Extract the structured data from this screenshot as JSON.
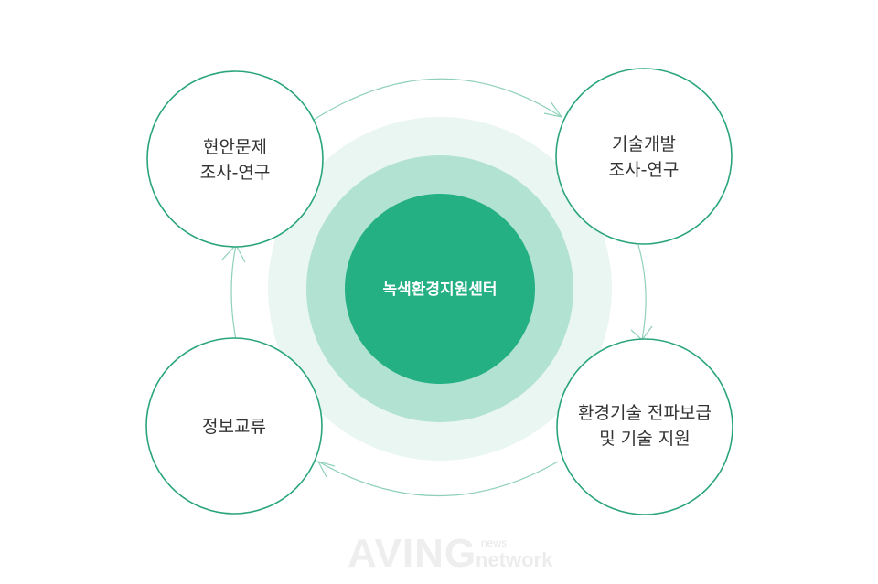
{
  "center": {
    "label": "녹색환경지원센터",
    "colors": {
      "outer_halo": "#eaf6f1",
      "middle_ring": "#b2e2d1",
      "core": "#24b083"
    }
  },
  "nodes": [
    {
      "id": "top-left",
      "lines": [
        "현안문제",
        "조사-연구"
      ]
    },
    {
      "id": "top-right",
      "lines": [
        "기술개발",
        "조사-연구"
      ]
    },
    {
      "id": "bottom-right",
      "lines": [
        "환경기술 전파보급",
        "및 기술 지원"
      ]
    },
    {
      "id": "bottom-left",
      "lines": [
        "정보교류"
      ]
    }
  ],
  "style": {
    "node_stroke": "#2aa57a",
    "cycle_stroke": "#8fd1b8"
  },
  "watermark": {
    "brand": "AVING",
    "tag_top": "news",
    "tag_bottom": "network"
  }
}
